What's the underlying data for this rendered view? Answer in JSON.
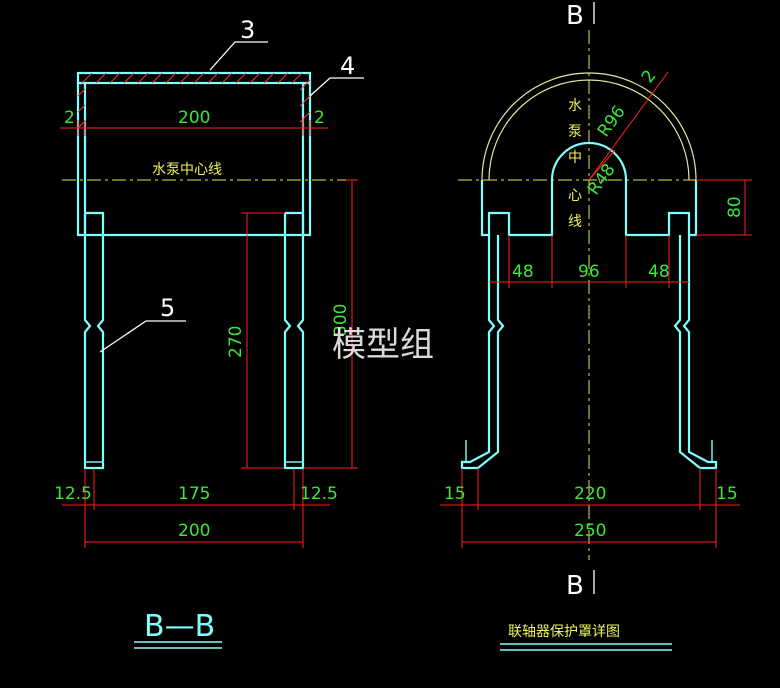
{
  "colors": {
    "background": "#000000",
    "outline": "#7fffff",
    "dimension": "#ff2020",
    "dimension_text": "#39e639",
    "centerline": "#e6e64a",
    "label": "#ffffff"
  },
  "left_view": {
    "callouts": {
      "part3": "3",
      "part4": "4",
      "part5": "5"
    },
    "dims": {
      "width_inner": "200",
      "wall_left": "2",
      "wall_right": "2",
      "height_270": "270",
      "height_300": "300",
      "base_left": "12.5",
      "base_mid": "175",
      "base_right": "12.5",
      "base_total": "200"
    },
    "centerline_label": "水泵中心线",
    "section_label": "B—B"
  },
  "right_view": {
    "section_mark_top": "B",
    "section_mark_bottom": "B",
    "vertical_label": [
      "水",
      "泵",
      "中",
      "心",
      "线"
    ],
    "dims": {
      "r_outer": "R96",
      "r_outer_thickness": "2",
      "r_inner": "R48",
      "height_80": "80",
      "seg_left": "48",
      "seg_mid": "96",
      "seg_right": "48",
      "foot_left": "15",
      "foot_mid": "220",
      "foot_right": "15",
      "total": "250"
    },
    "title": "联轴器保护罩详图"
  },
  "watermark": "模型组"
}
